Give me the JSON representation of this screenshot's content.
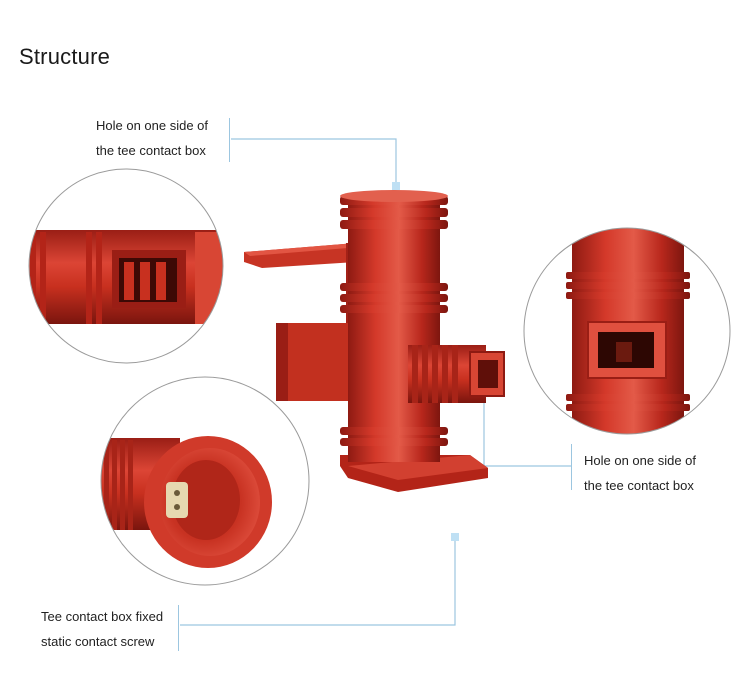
{
  "page": {
    "title": "Structure"
  },
  "callouts": [
    {
      "line1": "Hole on one side of",
      "line2": "the tee contact box"
    },
    {
      "line1": "Hole on one side of",
      "line2": "the tee contact box"
    },
    {
      "line1": "Tee contact box fixed",
      "line2": "static contact screw"
    }
  ],
  "colors": {
    "body_red": "#c0281d",
    "dark_red": "#8e1a12",
    "light_red": "#e0503f",
    "leader_line": "#9cc6e0",
    "marker": "#bfe0f4"
  }
}
